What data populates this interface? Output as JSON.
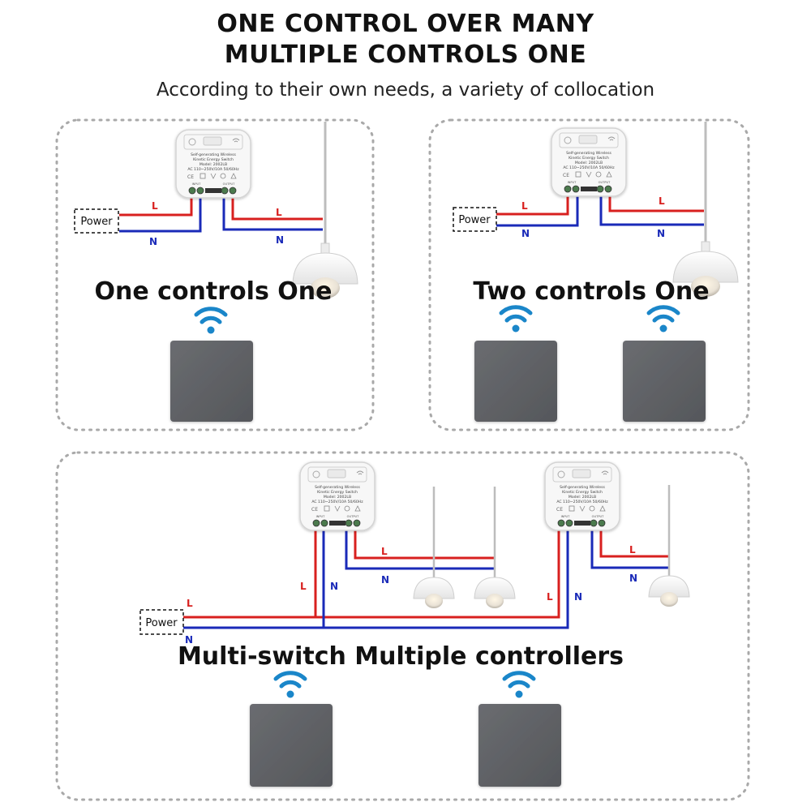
{
  "header": {
    "title_line1": "ONE CONTROL OVER MANY",
    "title_line2": "MULTIPLE CONTROLS ONE",
    "subtitle": "According to their own needs, a variety of collocation"
  },
  "module": {
    "line1": "Self-generating Wireless",
    "line2": "Kinetic Energy Switch",
    "line3": "Model: 2002LB",
    "line4": "AC 110~250V/10A 50/60Hz",
    "input_label": "INPUT",
    "output_label": "OUTPUT"
  },
  "wires": {
    "live_label": "L",
    "neutral_label": "N",
    "power_label": "Power"
  },
  "panels": [
    {
      "caption": "One controls One"
    },
    {
      "caption": "Two controls One"
    },
    {
      "caption": "Multi-switch Multiple controllers"
    }
  ],
  "colors": {
    "live": "#d8201f",
    "neutral": "#1a2ab8",
    "switch": "#5f6165",
    "border": "#a9a9a9",
    "text": "#111111"
  }
}
